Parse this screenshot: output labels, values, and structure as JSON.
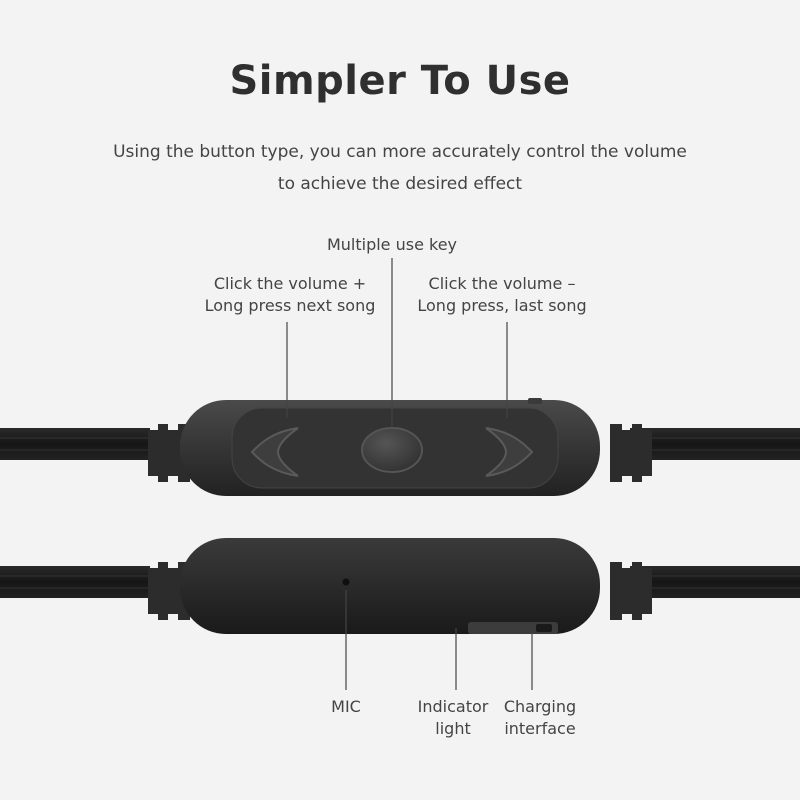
{
  "header": {
    "title": "Simpler To Use",
    "subtitle_line1": "Using the button type, you can more accurately control the volume",
    "subtitle_line2": "to achieve the desired effect"
  },
  "callouts": {
    "multiple_use_key": "Multiple use key",
    "volume_up_line1": "Click the volume +",
    "volume_up_line2": "Long press next song",
    "volume_down_line1": "Click the volume –",
    "volume_down_line2": "Long press, last song",
    "mic": "MIC",
    "indicator_line1": "Indicator",
    "indicator_line2": "light",
    "charging_line1": "Charging",
    "charging_line2": "interface"
  },
  "colors": {
    "background": "#f3f3f3",
    "device_body": "#2b2b2b",
    "cable": "#1e1e1e"
  },
  "icons": {
    "volume_up": "chevron-left-icon",
    "multi_key": "oval-button-icon",
    "volume_down": "chevron-right-icon"
  }
}
